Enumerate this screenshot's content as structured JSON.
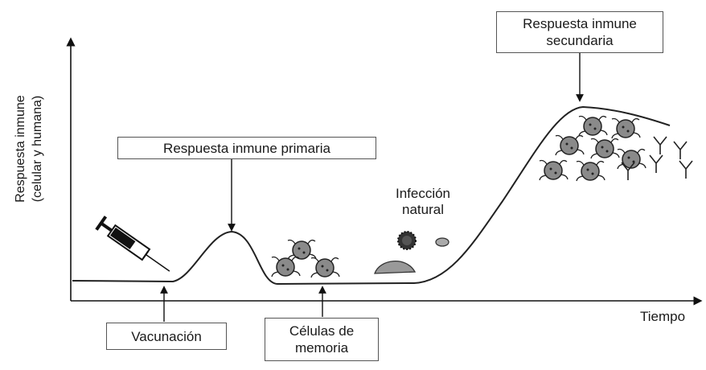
{
  "y_axis": {
    "line1": "Respuesta inmune",
    "line2": "(celular y humana)"
  },
  "x_axis": {
    "label": "Tiempo"
  },
  "boxes": {
    "primary": "Respuesta inmune primaria",
    "secondary_line1": "Respuesta inmune",
    "secondary_line2": "secundaria",
    "vaccination": "Vacunación",
    "memory_line1": "Células de",
    "memory_line2": "memoria"
  },
  "infection": {
    "line1": "Infección",
    "line2": "natural"
  },
  "colors": {
    "curve": "#222222",
    "cell_fill": "#8a8a8a",
    "box_border": "#555555"
  },
  "icons": [
    "syringe-icon",
    "memory-cell-icon",
    "virus-icon",
    "antibody-icon"
  ]
}
